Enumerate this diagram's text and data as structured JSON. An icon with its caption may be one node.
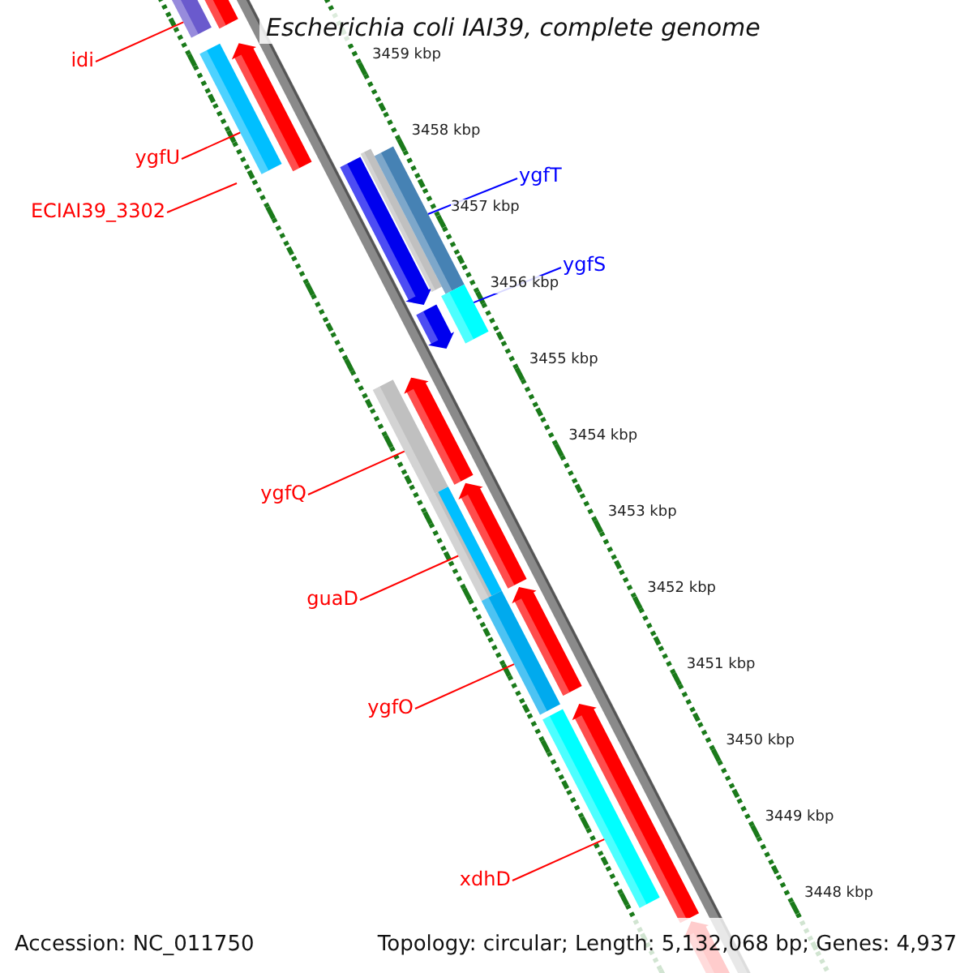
{
  "diagram": {
    "title": "Escherichia coli IAI39, complete genome",
    "nodes": [
      {
        "text": [
          "idi"
        ]
      },
      {
        "text": [],
        "shape": "bar"
      },
      {
        "text": [
          "ygfU"
        ]
      },
      {
        "text": [],
        "shape": "bar"
      },
      {
        "text": [
          "ECIAI39_3302"
        ]
      },
      {
        "text": [
          "ygfT"
        ]
      },
      {
        "text": [],
        "shape": "bar"
      },
      {
        "text": [
          "ygfS"
        ]
      },
      {
        "text": [],
        "shape": "bar"
      },
      {
        "text": [
          "ygfQ"
        ]
      },
      {
        "text": [],
        "shape": "bar"
      },
      {
        "text": [
          "guaD"
        ]
      },
      {
        "text": [],
        "shape": "bar"
      },
      {
        "text": [
          "ygfO"
        ]
      },
      {
        "text": [],
        "shape": "bar"
      },
      {
        "text": [
          "xdhD"
        ]
      },
      {
        "text": [],
        "shape": "bar"
      }
    ],
    "edges": [
      {
        "from": 0,
        "to": 1,
        "arrow": "none"
      },
      {
        "from": 2,
        "to": 3,
        "arrow": "none"
      },
      {
        "from": 4,
        "to": null,
        "arrow": "none"
      },
      {
        "from": 5,
        "to": 6,
        "arrow": "none",
        "color": "#0000ff"
      },
      {
        "from": 7,
        "to": 8,
        "arrow": "none",
        "color": "#0000ff"
      },
      {
        "from": 9,
        "to": 10,
        "arrow": "none"
      },
      {
        "from": 11,
        "to": 12,
        "arrow": "none"
      },
      {
        "from": 13,
        "to": 14,
        "arrow": "none"
      },
      {
        "from": 15,
        "to": 16,
        "arrow": "none"
      }
    ],
    "labels": [
      "3459 kbp",
      "3458 kbp",
      "3457 kbp",
      "3456 kbp",
      "3455 kbp",
      "3454 kbp",
      "3453 kbp",
      "3452 kbp",
      "3451 kbp",
      "3450 kbp",
      "3449 kbp",
      "3448 kbp",
      "Accession: NC_011750",
      "Topology: circular; Length: 5,132,068 bp; Genes: 4,937"
    ]
  }
}
